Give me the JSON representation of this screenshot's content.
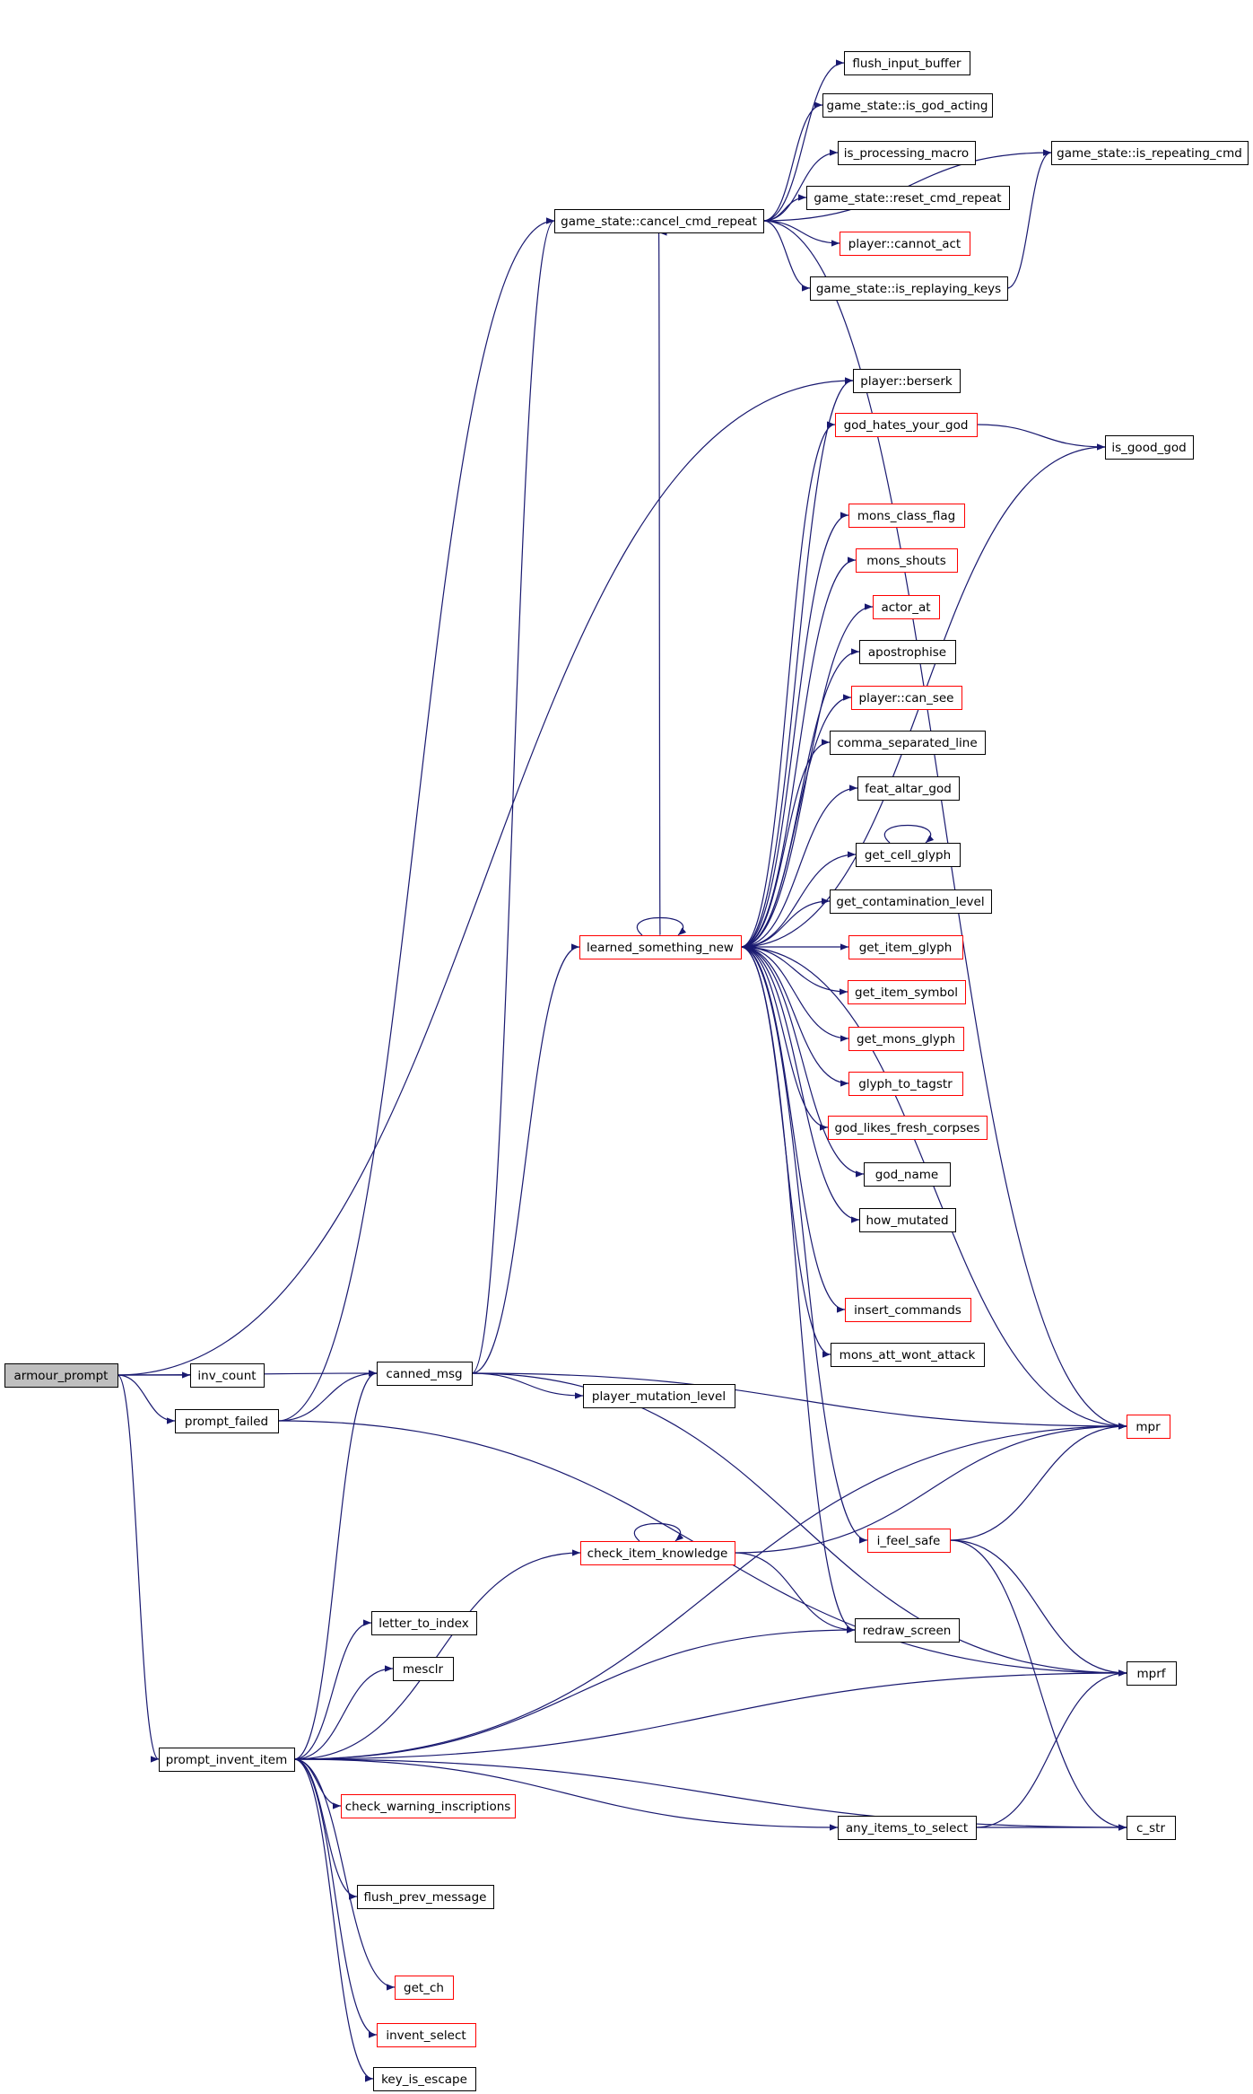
{
  "colors": {
    "edge": "#191970",
    "node_border_normal": "#000000",
    "node_border_truncated": "#ff0000",
    "root_fill": "#bfbfbf",
    "node_fill": "#ffffff",
    "text": "#000000"
  },
  "graph": {
    "nodes": [
      {
        "id": "armour_prompt",
        "label": "armour_prompt",
        "style": "root"
      },
      {
        "id": "inv_count",
        "label": "inv_count",
        "style": "normal"
      },
      {
        "id": "prompt_failed",
        "label": "prompt_failed",
        "style": "normal"
      },
      {
        "id": "canned_msg",
        "label": "canned_msg",
        "style": "normal"
      },
      {
        "id": "prompt_invent_item",
        "label": "prompt_invent_item",
        "style": "normal"
      },
      {
        "id": "cancel_cmd_repeat",
        "label": "game_state::cancel_cmd_repeat",
        "style": "normal"
      },
      {
        "id": "flush_input_buffer",
        "label": "flush_input_buffer",
        "style": "normal"
      },
      {
        "id": "is_god_acting",
        "label": "game_state::is_god_acting",
        "style": "normal"
      },
      {
        "id": "is_processing_macro",
        "label": "is_processing_macro",
        "style": "normal"
      },
      {
        "id": "reset_cmd_repeat",
        "label": "game_state::reset_cmd_repeat",
        "style": "normal"
      },
      {
        "id": "cannot_act",
        "label": "player::cannot_act",
        "style": "truncated"
      },
      {
        "id": "is_replaying_keys",
        "label": "game_state::is_replaying_keys",
        "style": "normal"
      },
      {
        "id": "is_repeating_cmd",
        "label": "game_state::is_repeating_cmd",
        "style": "normal"
      },
      {
        "id": "berserk",
        "label": "player::berserk",
        "style": "normal"
      },
      {
        "id": "god_hates_your_god",
        "label": "god_hates_your_god",
        "style": "truncated"
      },
      {
        "id": "is_good_god",
        "label": "is_good_god",
        "style": "normal"
      },
      {
        "id": "mons_class_flag",
        "label": "mons_class_flag",
        "style": "truncated"
      },
      {
        "id": "mons_shouts",
        "label": "mons_shouts",
        "style": "truncated"
      },
      {
        "id": "actor_at",
        "label": "actor_at",
        "style": "truncated"
      },
      {
        "id": "apostrophise",
        "label": "apostrophise",
        "style": "normal"
      },
      {
        "id": "can_see",
        "label": "player::can_see",
        "style": "truncated"
      },
      {
        "id": "comma_separated_line",
        "label": "comma_separated_line",
        "style": "normal"
      },
      {
        "id": "feat_altar_god",
        "label": "feat_altar_god",
        "style": "normal"
      },
      {
        "id": "get_cell_glyph",
        "label": "get_cell_glyph",
        "style": "normal"
      },
      {
        "id": "get_contamination_level",
        "label": "get_contamination_level",
        "style": "normal"
      },
      {
        "id": "learned_something_new",
        "label": "learned_something_new",
        "style": "truncated"
      },
      {
        "id": "get_item_glyph",
        "label": "get_item_glyph",
        "style": "truncated"
      },
      {
        "id": "get_item_symbol",
        "label": "get_item_symbol",
        "style": "truncated"
      },
      {
        "id": "get_mons_glyph",
        "label": "get_mons_glyph",
        "style": "truncated"
      },
      {
        "id": "glyph_to_tagstr",
        "label": "glyph_to_tagstr",
        "style": "truncated"
      },
      {
        "id": "god_likes_fresh_corpses",
        "label": "god_likes_fresh_corpses",
        "style": "truncated"
      },
      {
        "id": "god_name",
        "label": "god_name",
        "style": "normal"
      },
      {
        "id": "how_mutated",
        "label": "how_mutated",
        "style": "normal"
      },
      {
        "id": "insert_commands",
        "label": "insert_commands",
        "style": "truncated"
      },
      {
        "id": "mons_att_wont_attack",
        "label": "mons_att_wont_attack",
        "style": "normal"
      },
      {
        "id": "player_mutation_level",
        "label": "player_mutation_level",
        "style": "normal"
      },
      {
        "id": "mpr",
        "label": "mpr",
        "style": "truncated"
      },
      {
        "id": "check_item_knowledge",
        "label": "check_item_knowledge",
        "style": "truncated"
      },
      {
        "id": "i_feel_safe",
        "label": "i_feel_safe",
        "style": "truncated"
      },
      {
        "id": "letter_to_index",
        "label": "letter_to_index",
        "style": "normal"
      },
      {
        "id": "mesclr",
        "label": "mesclr",
        "style": "normal"
      },
      {
        "id": "redraw_screen",
        "label": "redraw_screen",
        "style": "normal"
      },
      {
        "id": "mprf",
        "label": "mprf",
        "style": "normal"
      },
      {
        "id": "check_warning_inscriptions",
        "label": "check_warning_inscriptions",
        "style": "truncated"
      },
      {
        "id": "any_items_to_select",
        "label": "any_items_to_select",
        "style": "normal"
      },
      {
        "id": "c_str",
        "label": "c_str",
        "style": "normal"
      },
      {
        "id": "flush_prev_message",
        "label": "flush_prev_message",
        "style": "normal"
      },
      {
        "id": "get_ch",
        "label": "get_ch",
        "style": "truncated"
      },
      {
        "id": "invent_select",
        "label": "invent_select",
        "style": "truncated"
      },
      {
        "id": "key_is_escape",
        "label": "key_is_escape",
        "style": "normal"
      }
    ],
    "edges": [
      [
        "armour_prompt",
        "inv_count"
      ],
      [
        "armour_prompt",
        "prompt_failed"
      ],
      [
        "armour_prompt",
        "canned_msg"
      ],
      [
        "armour_prompt",
        "prompt_invent_item"
      ],
      [
        "armour_prompt",
        "berserk"
      ],
      [
        "prompt_failed",
        "canned_msg"
      ],
      [
        "prompt_failed",
        "cancel_cmd_repeat"
      ],
      [
        "prompt_failed",
        "mprf"
      ],
      [
        "canned_msg",
        "cancel_cmd_repeat"
      ],
      [
        "canned_msg",
        "learned_something_new"
      ],
      [
        "canned_msg",
        "player_mutation_level"
      ],
      [
        "canned_msg",
        "mpr"
      ],
      [
        "canned_msg",
        "mprf"
      ],
      [
        "cancel_cmd_repeat",
        "flush_input_buffer"
      ],
      [
        "cancel_cmd_repeat",
        "is_god_acting"
      ],
      [
        "cancel_cmd_repeat",
        "is_processing_macro"
      ],
      [
        "cancel_cmd_repeat",
        "reset_cmd_repeat"
      ],
      [
        "cancel_cmd_repeat",
        "cannot_act"
      ],
      [
        "cancel_cmd_repeat",
        "is_replaying_keys"
      ],
      [
        "cancel_cmd_repeat",
        "is_repeating_cmd"
      ],
      [
        "cancel_cmd_repeat",
        "mpr"
      ],
      [
        "is_replaying_keys",
        "is_repeating_cmd"
      ],
      [
        "god_hates_your_god",
        "is_good_god"
      ],
      [
        "learned_something_new",
        "berserk"
      ],
      [
        "learned_something_new",
        "god_hates_your_god"
      ],
      [
        "learned_something_new",
        "is_good_god"
      ],
      [
        "learned_something_new",
        "mons_class_flag"
      ],
      [
        "learned_something_new",
        "mons_shouts"
      ],
      [
        "learned_something_new",
        "actor_at"
      ],
      [
        "learned_something_new",
        "apostrophise"
      ],
      [
        "learned_something_new",
        "can_see"
      ],
      [
        "learned_something_new",
        "comma_separated_line"
      ],
      [
        "learned_something_new",
        "feat_altar_god"
      ],
      [
        "learned_something_new",
        "get_cell_glyph"
      ],
      [
        "learned_something_new",
        "get_contamination_level"
      ],
      [
        "learned_something_new",
        "learned_something_new"
      ],
      [
        "learned_something_new",
        "get_item_glyph"
      ],
      [
        "learned_something_new",
        "get_item_symbol"
      ],
      [
        "learned_something_new",
        "get_mons_glyph"
      ],
      [
        "learned_something_new",
        "glyph_to_tagstr"
      ],
      [
        "learned_something_new",
        "god_likes_fresh_corpses"
      ],
      [
        "learned_something_new",
        "god_name"
      ],
      [
        "learned_something_new",
        "how_mutated"
      ],
      [
        "learned_something_new",
        "insert_commands"
      ],
      [
        "learned_something_new",
        "mons_att_wont_attack"
      ],
      [
        "learned_something_new",
        "mpr"
      ],
      [
        "learned_something_new",
        "i_feel_safe"
      ],
      [
        "learned_something_new",
        "redraw_screen"
      ],
      [
        "learned_something_new",
        "cancel_cmd_repeat"
      ],
      [
        "get_cell_glyph",
        "get_cell_glyph"
      ],
      [
        "prompt_invent_item",
        "canned_msg"
      ],
      [
        "prompt_invent_item",
        "check_item_knowledge"
      ],
      [
        "prompt_invent_item",
        "mpr"
      ],
      [
        "prompt_invent_item",
        "letter_to_index"
      ],
      [
        "prompt_invent_item",
        "mesclr"
      ],
      [
        "prompt_invent_item",
        "redraw_screen"
      ],
      [
        "prompt_invent_item",
        "mprf"
      ],
      [
        "prompt_invent_item",
        "check_warning_inscriptions"
      ],
      [
        "prompt_invent_item",
        "any_items_to_select"
      ],
      [
        "prompt_invent_item",
        "c_str"
      ],
      [
        "prompt_invent_item",
        "flush_prev_message"
      ],
      [
        "prompt_invent_item",
        "get_ch"
      ],
      [
        "prompt_invent_item",
        "invent_select"
      ],
      [
        "prompt_invent_item",
        "key_is_escape"
      ],
      [
        "check_item_knowledge",
        "check_item_knowledge"
      ],
      [
        "check_item_knowledge",
        "mpr"
      ],
      [
        "check_item_knowledge",
        "redraw_screen"
      ],
      [
        "i_feel_safe",
        "mpr"
      ],
      [
        "i_feel_safe",
        "mprf"
      ],
      [
        "i_feel_safe",
        "c_str"
      ],
      [
        "any_items_to_select",
        "mprf"
      ],
      [
        "any_items_to_select",
        "c_str"
      ]
    ]
  }
}
